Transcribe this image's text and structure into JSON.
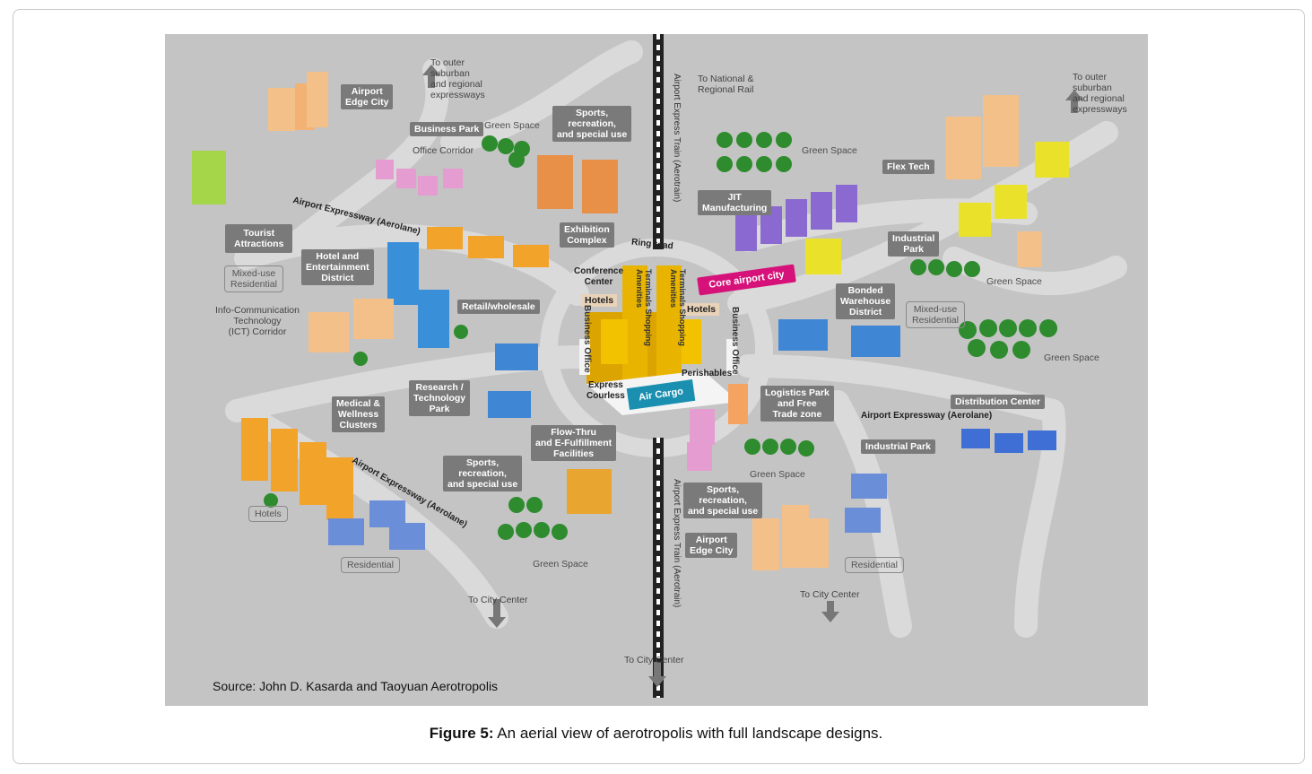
{
  "labels": {
    "airport_edge_city_nw": "Airport\nEdge City",
    "to_outer_nw": "To outer\nsuburban\nand regional\nexpressways",
    "business_park": "Business Park",
    "green_space_nw": "Green Space",
    "sports_nw": "Sports,\nrecreation,\nand special use",
    "office_corridor": "Office Corridor",
    "airport_expressway_nw": "Airport Expressway (Aerolane)",
    "exhibition": "Exhibition\nComplex",
    "tourist": "Tourist\nAttractions",
    "hotel_ent": "Hotel and\nEntertainment\nDistrict",
    "mixed_use_w": "Mixed-use\nResidential",
    "ict": "Info-Communication\nTechnology\n(ICT) Corridor",
    "retail": "Retail/wholesale",
    "research": "Research /\nTechnology\nPark",
    "medical": "Medical &\nWellness\nClusters",
    "flow_thru": "Flow-Thru\nand E-Fulfillment\nFacilities",
    "hotels_sw": "Hotels",
    "airport_expressway_sw": "Airport Expressway (Aerolane)",
    "sports_sw": "Sports,\nrecreation,\nand special use",
    "residential_sw": "Residential",
    "green_space_sw": "Green Space",
    "to_city_center_sw": "To City Center",
    "to_city_center_s": "To City Center",
    "ring_road": "Ring road",
    "conference": "Conference\nCenter",
    "hotels_c1": "Hotels",
    "hotels_c2": "Hotels",
    "business_office_1": "Business Office",
    "business_office_2": "Business Office",
    "terminals_1": "Terminals Shopping\nAmenities",
    "terminals_2": "Terminals Shopping\nAmenities",
    "perishables": "Perishables",
    "express": "Express\nCourless",
    "air_cargo": "Air Cargo",
    "core_airport_city": "Core airport city",
    "aerotrain_n": "Airport Express Train (Aerotrain)",
    "aerotrain_s": "Airport Express Train (Aerotrain)",
    "to_national_rail": "To National &\nRegional Rail",
    "green_space_ne": "Green Space",
    "flex_tech": "Flex Tech",
    "to_outer_ne": "To outer\nsuburban\nand regional\nexpressways",
    "jit": "JIT\nManufacturing",
    "industrial_park_ne": "Industrial\nPark",
    "green_space_e1": "Green Space",
    "bonded": "Bonded\nWarehouse\nDistrict",
    "mixed_use_e": "Mixed-use\nResidential",
    "green_space_e2": "Green Space",
    "logistics": "Logistics Park\nand Free\nTrade zone",
    "distribution": "Distribution Center",
    "airport_expressway_e": "Airport Expressway (Aerolane)",
    "industrial_park_se": "Industrial Park",
    "green_space_se": "Green Space",
    "sports_se": "Sports,\nrecreation,\nand special use",
    "airport_edge_city_se": "Airport\nEdge City",
    "residential_se": "Residential",
    "to_city_center_se": "To City Center"
  },
  "source": "Source: John D. Kasarda and Taoyuan Aerotropolis",
  "caption": {
    "prefix": "Figure 5:",
    "text": " An aerial view of aerotropolis with full landscape designs."
  },
  "colors": {
    "background": "#c4c4c4",
    "road": "#dadada",
    "label_box": "#7a7a7a",
    "core_city": "#d6127a",
    "air_cargo": "#1a8fb0",
    "terminal": "#e8b400",
    "tree": "#2e8b2e"
  }
}
